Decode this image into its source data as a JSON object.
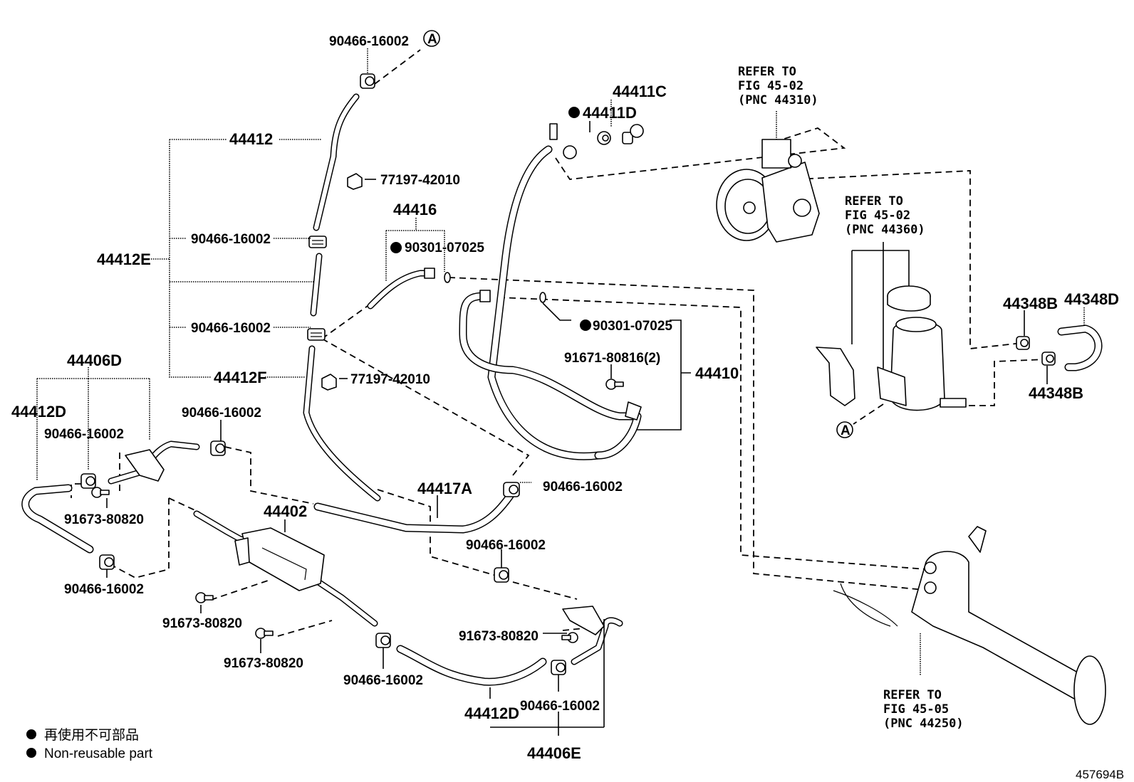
{
  "figure": {
    "doc_id": "457694B",
    "legend": {
      "japanese": "再使用不可部品",
      "english": "Non-reusable part"
    },
    "references": [
      {
        "line1": "REFER TO",
        "line2": "FIG 45-02",
        "line3": "(PNC 44310)",
        "target": "vane pump"
      },
      {
        "line1": "REFER TO",
        "line2": "FIG 45-02",
        "line3": "(PNC 44360)",
        "target": "reservoir"
      },
      {
        "line1": "REFER TO",
        "line2": "FIG 45-05",
        "line3": "(PNC 44250)",
        "target": "steering gear"
      }
    ],
    "callout_A": "A",
    "labels": {
      "p44412": "44412",
      "p44412E": "44412E",
      "p44412F": "44412F",
      "p44416": "44416",
      "p44411C": "44411C",
      "p44411D": "44411D",
      "p44410": "44410",
      "p44406D": "44406D",
      "p44412D_left": "44412D",
      "p44402": "44402",
      "p44417A": "44417A",
      "p44412D_bottom": "44412D",
      "p44406E": "44406E",
      "p44348B_top": "44348B",
      "p44348B_bottom": "44348B",
      "p44348D": "44348D",
      "clamp_top": "90466-16002",
      "clamp_44412E_upper": "90466-16002",
      "clamp_44412E_lower": "90466-16002",
      "clamp_left_mid": "90466-16002",
      "clamp_left_low": "90466-16002",
      "clamp_center_upper": "90466-16002",
      "clamp_center_right": "90466-16002",
      "clamp_center_lower": "90466-16002",
      "clamp_bottom_mid": "90466-16002",
      "clamp_bottom_right": "90466-16002",
      "clip_upper": "77197-42010",
      "clip_lower": "77197-42010",
      "oring_44416": "90301-07025",
      "oring_44410": "90301-07025",
      "bolt_44410": "91671-80816(2)",
      "bolt_left": "91673-80820",
      "bolt_cooler_1": "91673-80820",
      "bolt_cooler_2": "91673-80820",
      "bolt_right": "91673-80820"
    }
  }
}
